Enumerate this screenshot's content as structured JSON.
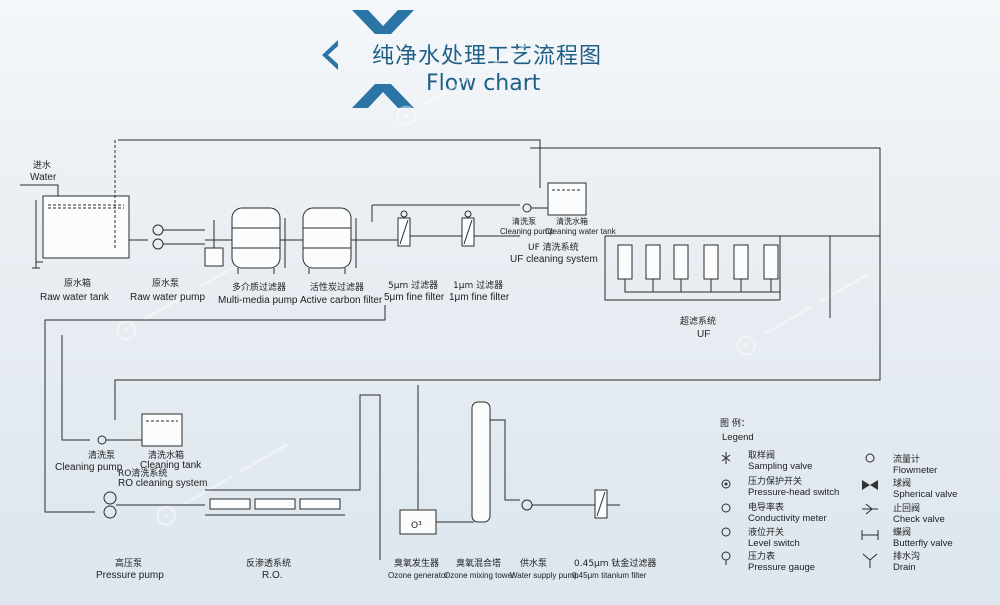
{
  "title": {
    "cn": "纯净水处理工艺流程图",
    "en": "Flow chart"
  },
  "inlet": {
    "cn": "进水",
    "en": "Water"
  },
  "equipment": [
    {
      "id": "raw_tank",
      "cn": "原水箱",
      "en": "Raw water tank"
    },
    {
      "id": "raw_pump",
      "cn": "原水泵",
      "en": "Raw water pump"
    },
    {
      "id": "mm_filter",
      "cn": "多介质过滤器",
      "en": "Multi-media pump"
    },
    {
      "id": "ac_filter",
      "cn": "活性炭过滤器",
      "en": "Active carbon filter"
    },
    {
      "id": "f5",
      "cn": "5μm 过滤器",
      "en": "5μm fine filter"
    },
    {
      "id": "f1",
      "cn": "1μm 过滤器",
      "en": "1μm fine filter"
    },
    {
      "id": "uf_clean",
      "cn": "UF 清洗系统",
      "en": "UF cleaning system"
    },
    {
      "id": "uf",
      "cn": "超滤系统",
      "en": "UF"
    },
    {
      "id": "ro_clean",
      "cn": "RO清洗系统",
      "en": "RO cleaning system"
    },
    {
      "id": "hp_pump",
      "cn": "高压泵",
      "en": "Pressure pump"
    },
    {
      "id": "ro",
      "cn": "反渗透系统",
      "en": "R.O."
    },
    {
      "id": "ozone_gen",
      "cn": "臭氧发生器",
      "en": "Ozone generator"
    },
    {
      "id": "ozone_mix",
      "cn": "臭氧混合塔",
      "en": "Ozone mixing tower"
    },
    {
      "id": "supply",
      "cn": "供水泵",
      "en": "Water supply pump"
    },
    {
      "id": "ti_filter",
      "cn": "0.45μm 钛金过滤器",
      "en": "0.45μm titanium filter"
    }
  ],
  "small_labels": {
    "uf_pump_cn": "清洗泵",
    "uf_tank_cn": "清洗水箱",
    "uf_pump_en": "Cleaning pump",
    "uf_tank_en": "Cleaning water tank",
    "ro_pump_cn": "清洗泵",
    "ro_pump_en": "Cleaning pump",
    "ro_tank_cn": "清洗水箱",
    "ro_tank_en": "Cleaning tank",
    "ozone_box": "O³"
  },
  "legend": {
    "title_cn": "图   例：",
    "title_en": "Legend",
    "items": [
      {
        "cn": "取样阀",
        "en": "Sampling valve",
        "icon": "sampling-valve"
      },
      {
        "cn": "压力保护开关",
        "en": "Pressure-head switch",
        "icon": "pressure-switch"
      },
      {
        "cn": "电导率表",
        "en": "Conductivity meter",
        "icon": "conductivity-meter"
      },
      {
        "cn": "液位开关",
        "en": "Level switch",
        "icon": "level-switch"
      },
      {
        "cn": "压力表",
        "en": "Pressure gauge",
        "icon": "pressure-gauge"
      },
      {
        "cn": "流量计",
        "en": "Flowmeter",
        "icon": "flowmeter"
      },
      {
        "cn": "球阀",
        "en": "Spherical valve",
        "icon": "spherical-valve"
      },
      {
        "cn": "止回阀",
        "en": "Check valve",
        "icon": "check-valve"
      },
      {
        "cn": "蝶阀",
        "en": "Butterfly valve",
        "icon": "butterfly-valve"
      },
      {
        "cn": "排水沟",
        "en": "Drain",
        "icon": "drain"
      }
    ]
  },
  "colors": {
    "title": "#1f5f86",
    "chevron": "#2b74a6",
    "line": "#2b2b2b",
    "background": "#e9eef3"
  }
}
